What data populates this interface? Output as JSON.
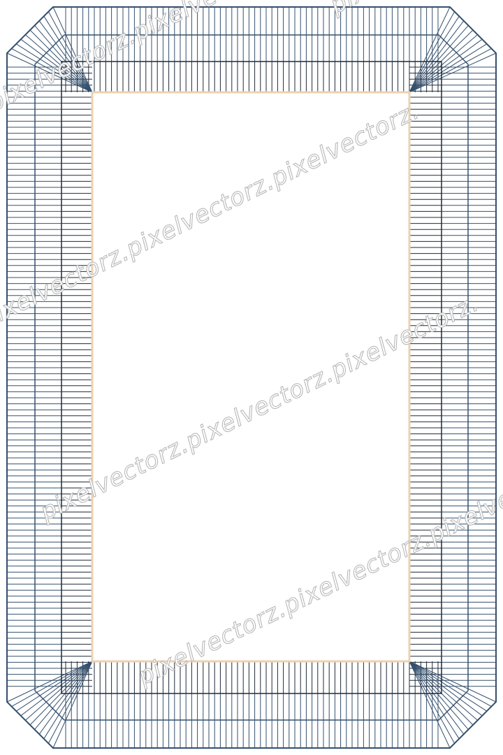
{
  "watermark": {
    "text": "pixelvectorz.pixelvectorz.pixelvectorz",
    "line1": "pixelvectorz.pixelvectorz.pixelvectorz.",
    "line2": "pixelvectorz.pixelvectorz.pixelvectorz.",
    "line3": "pixelvectorz.pixelvectorz.pixelvectorz.",
    "line4": "pixelvectorz.pixelvectorz.pixelve",
    "line5": "pixelvectorz.pixelvectorz.pixelvectorz.pixelve"
  },
  "colors": {
    "outer_line": "#34506e",
    "inner_line": "#1f2a3a",
    "inner_border": "#ecd2b0",
    "background": "#ffffff"
  }
}
